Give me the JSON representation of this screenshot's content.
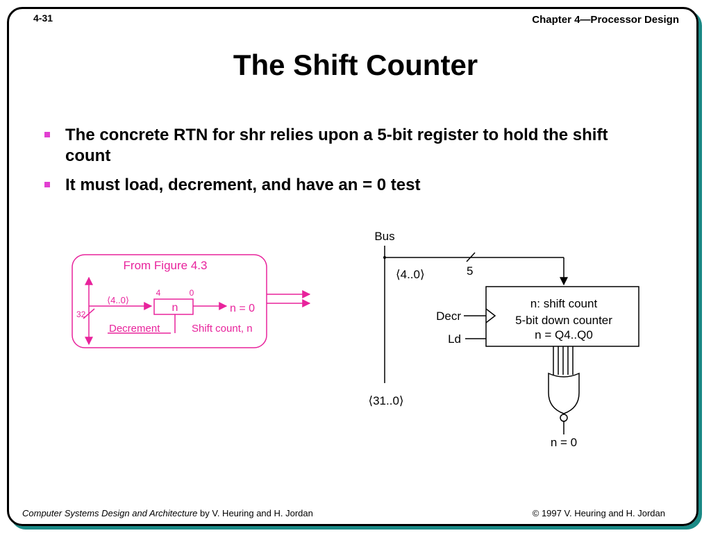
{
  "header": {
    "page_number": "4-31",
    "chapter": "Chapter 4—Processor Design"
  },
  "title": "The Shift Counter",
  "bullets": [
    "The concrete RTN for shr relies upon a 5-bit register to hold the shift count",
    "It must load, decrement, and have an = 0 test"
  ],
  "left_diagram": {
    "caption": "From Figure 4.3",
    "range_label": "⟨4..0⟩",
    "bit_high": "4",
    "bit_low": "0",
    "register_label": "n",
    "output_label": "n = 0",
    "width_label": "32",
    "decrement_label": "Decrement",
    "shift_count_label": "Shift count, n",
    "color": "#e8239c"
  },
  "right_diagram": {
    "bus_label": "Bus",
    "range_label": "⟨4..0⟩",
    "width_label": "5",
    "register_line1": "n: shift count",
    "register_line2": "5-bit down counter",
    "register_line3": "n = Q4..Q0",
    "decr_label": "Decr",
    "ld_label": "Ld",
    "bus_range_label": "⟨31..0⟩",
    "output_label": "n = 0"
  },
  "footer": {
    "book_title": "Computer Systems Design and Architecture",
    "authors": " by V. Heuring and H. Jordan",
    "copyright": "© 1997 V. Heuring and H. Jordan"
  }
}
